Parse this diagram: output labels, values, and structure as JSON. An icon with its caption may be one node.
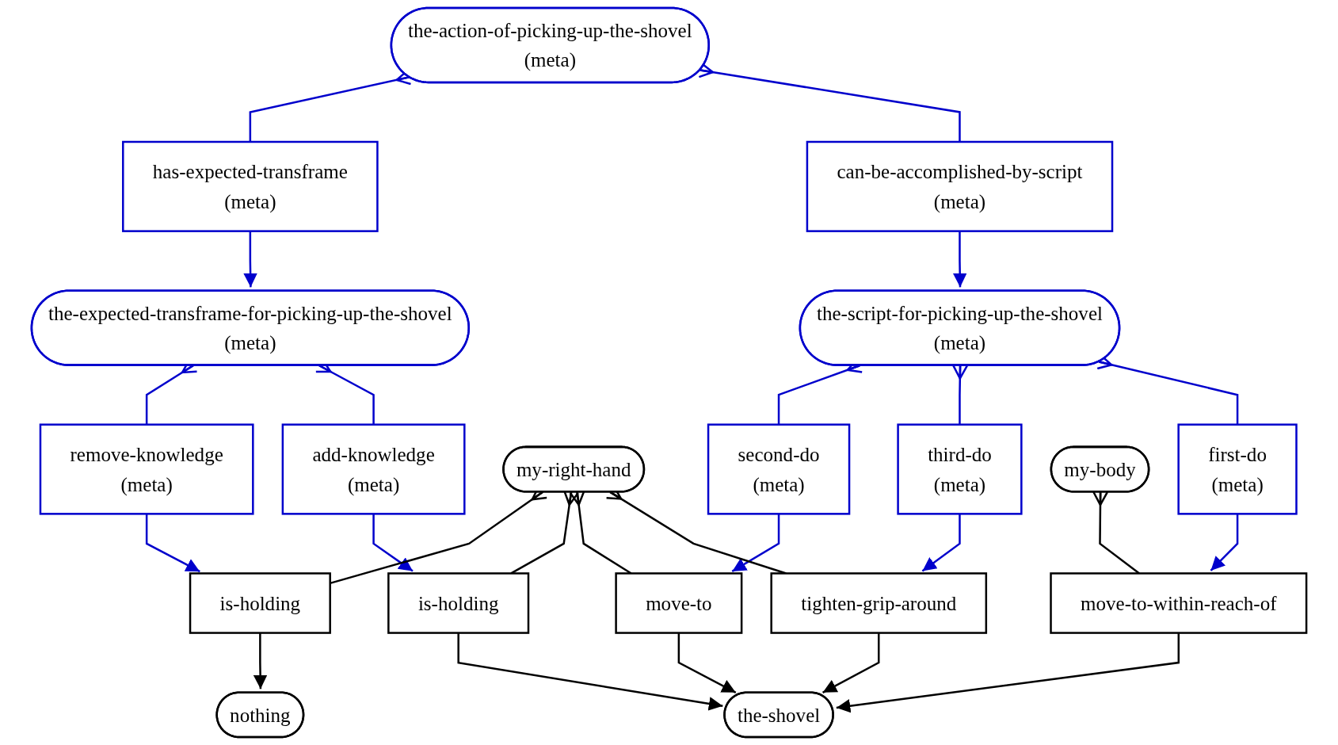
{
  "diagram": {
    "nodes": [
      {
        "text": [
          "the-action-of-picking-up-the-shovel",
          "(meta)"
        ]
      },
      {
        "text": [
          "has-expected-transframe",
          "(meta)"
        ]
      },
      {
        "text": [
          "can-be-accomplished-by-script",
          "(meta)"
        ]
      },
      {
        "text": [
          "the-expected-transframe-for-picking-up-the-shovel",
          "(meta)"
        ]
      },
      {
        "text": [
          "the-script-for-picking-up-the-shovel",
          "(meta)"
        ]
      },
      {
        "text": [
          "remove-knowledge",
          "(meta)"
        ]
      },
      {
        "text": [
          "add-knowledge",
          "(meta)"
        ]
      },
      {
        "text": [
          "my-right-hand"
        ]
      },
      {
        "text": [
          "second-do",
          "(meta)"
        ]
      },
      {
        "text": [
          "third-do",
          "(meta)"
        ]
      },
      {
        "text": [
          "my-body"
        ]
      },
      {
        "text": [
          "first-do",
          "(meta)"
        ]
      },
      {
        "text": [
          "is-holding"
        ]
      },
      {
        "text": [
          "is-holding"
        ]
      },
      {
        "text": [
          "move-to"
        ]
      },
      {
        "text": [
          "tighten-grip-around"
        ]
      },
      {
        "text": [
          "move-to-within-reach-of"
        ]
      },
      {
        "text": [
          "nothing"
        ]
      },
      {
        "text": [
          "the-shovel"
        ]
      }
    ],
    "edges": [
      {
        "from": 0,
        "to": 1,
        "arrow": "other",
        "color": "#0000cc"
      },
      {
        "from": 0,
        "to": 2,
        "arrow": "other",
        "color": "#0000cc"
      },
      {
        "from": 1,
        "to": 3,
        "arrow": "to",
        "color": "#0000cc"
      },
      {
        "from": 2,
        "to": 4,
        "arrow": "to",
        "color": "#0000cc"
      },
      {
        "from": 3,
        "to": 5,
        "arrow": "other",
        "color": "#0000cc"
      },
      {
        "from": 3,
        "to": 6,
        "arrow": "other",
        "color": "#0000cc"
      },
      {
        "from": 4,
        "to": 8,
        "arrow": "other",
        "color": "#0000cc"
      },
      {
        "from": 4,
        "to": 9,
        "arrow": "other",
        "color": "#0000cc"
      },
      {
        "from": 4,
        "to": 11,
        "arrow": "other",
        "color": "#0000cc"
      },
      {
        "from": 5,
        "to": 12,
        "arrow": "to",
        "color": "#0000cc"
      },
      {
        "from": 6,
        "to": 13,
        "arrow": "to",
        "color": "#0000cc"
      },
      {
        "from": 8,
        "to": 14,
        "arrow": "to",
        "color": "#0000cc"
      },
      {
        "from": 9,
        "to": 15,
        "arrow": "to",
        "color": "#0000cc"
      },
      {
        "from": 11,
        "to": 16,
        "arrow": "to",
        "color": "#0000cc"
      },
      {
        "from": 7,
        "to": 12,
        "arrow": "other",
        "color": "#000000"
      },
      {
        "from": 7,
        "to": 13,
        "arrow": "other",
        "color": "#000000"
      },
      {
        "from": 7,
        "to": 14,
        "arrow": "other",
        "color": "#000000"
      },
      {
        "from": 7,
        "to": 15,
        "arrow": "other",
        "color": "#000000"
      },
      {
        "from": 10,
        "to": 16,
        "arrow": "other",
        "color": "#000000"
      },
      {
        "from": 12,
        "to": 17,
        "arrow": "to",
        "color": "#000000"
      },
      {
        "from": 13,
        "to": 18,
        "arrow": "to",
        "color": "#000000"
      },
      {
        "from": 14,
        "to": 18,
        "arrow": "to",
        "color": "#000000"
      },
      {
        "from": 15,
        "to": 18,
        "arrow": "to",
        "color": "#000000"
      },
      {
        "from": 16,
        "to": 18,
        "arrow": "to",
        "color": "#000000"
      }
    ]
  }
}
